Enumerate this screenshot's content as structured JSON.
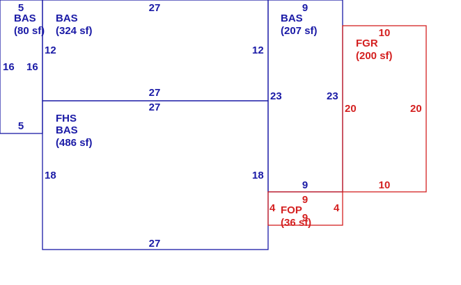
{
  "colors": {
    "living": "#1a1aa6",
    "garage": "#d42020",
    "background": "#ffffff"
  },
  "areas": {
    "bas_left": {
      "code": "BAS",
      "area": "(80 sf)",
      "dims": {
        "top": "5",
        "bottom": "5",
        "left": "16",
        "right": "16"
      }
    },
    "bas_top": {
      "code": "BAS",
      "area": "(324 sf)",
      "dims": {
        "top": "27",
        "bottom": "27",
        "left": "12",
        "right": "12"
      }
    },
    "fhs_bas": {
      "code_1": "FHS",
      "code_2": "BAS",
      "area": "(486 sf)",
      "dims": {
        "top": "27",
        "bottom": "27",
        "left": "18",
        "right": "18"
      }
    },
    "bas_right": {
      "code": "BAS",
      "area": "(207 sf)",
      "dims": {
        "top": "9",
        "bottom": "9",
        "left": "23",
        "right": "23"
      }
    },
    "fgr": {
      "code": "FGR",
      "area": "(200 sf)",
      "dims": {
        "top": "10",
        "bottom": "10",
        "left": "20",
        "right": "20"
      }
    },
    "fop": {
      "code": "FOP",
      "area": "(36 sf)",
      "dims": {
        "top": "9",
        "bottom": "9",
        "left": "4",
        "right": "4"
      }
    }
  }
}
